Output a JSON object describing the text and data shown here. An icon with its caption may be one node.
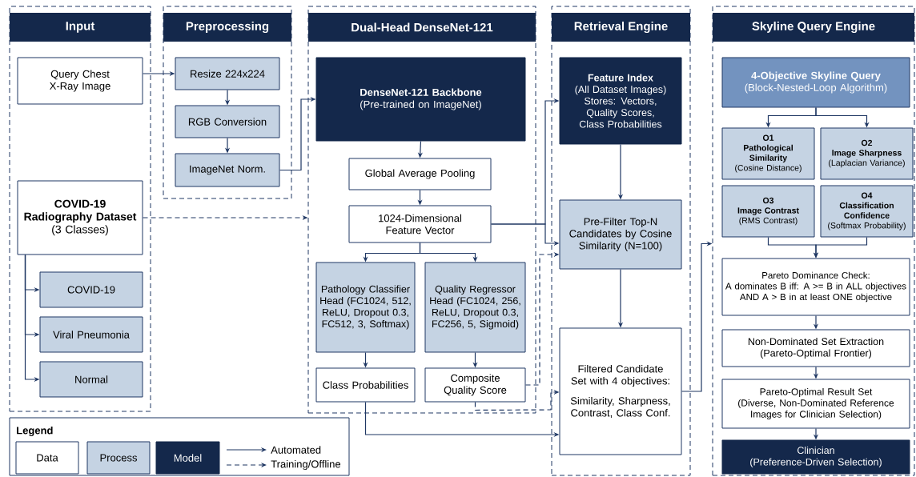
{
  "diagram": {
    "nodes": [
      {
        "text": [
          "Input"
        ]
      },
      {
        "text": [
          "Query Chest X-Ray Image"
        ],
        "in": 0
      },
      {
        "text": [
          "COVID-19 Radiography Dataset",
          "(3 Classes)"
        ],
        "in": 0
      },
      {
        "text": [
          "COVID-19"
        ],
        "in": 0
      },
      {
        "text": [
          "Viral Pneumonia"
        ],
        "in": 0
      },
      {
        "text": [
          "Normal"
        ],
        "in": 0
      },
      {
        "text": [
          "Preprocessing"
        ]
      },
      {
        "text": [
          "Resize 224x224"
        ],
        "in": 6
      },
      {
        "text": [
          "RGB Conversion"
        ],
        "in": 6
      },
      {
        "text": [
          "ImageNet Norm."
        ],
        "in": 6
      },
      {
        "text": [
          "Dual-Head DenseNet-121"
        ]
      },
      {
        "text": [
          "DenseNet-121 Backbone",
          "(Pre-trained on ImageNet)"
        ],
        "in": 10
      },
      {
        "text": [
          "Global Average Pooling"
        ],
        "in": 10
      },
      {
        "text": [
          "1024-Dimensional Feature Vector"
        ],
        "in": 10
      },
      {
        "text": [
          "Pathology Classifier Head (FC1024, 512, ReLU, Dropout 0.3, FC512, 3, Softmax)"
        ],
        "in": 10
      },
      {
        "text": [
          "Quality Regressor Head (FC1024, 256, ReLU, Dropout 0.3, FC256, 5, Sigmoid)"
        ],
        "in": 10
      },
      {
        "text": [
          "Class Probabilities"
        ],
        "in": 10
      },
      {
        "text": [
          "Composite Quality Score"
        ],
        "in": 10
      },
      {
        "text": [
          "Retrieval Engine"
        ]
      },
      {
        "text": [
          "Feature Index",
          "(All Dataset Images) Stores: Vectors, Quality Scores, Class Probabilities"
        ],
        "in": 18
      },
      {
        "text": [
          "Pre-Filter Top-N Candidates by Cosine Similarity (N=100)"
        ],
        "in": 18
      },
      {
        "text": [
          "Filtered Candidate Set with 4 objectives:",
          "Similarity, Sharpness, Contrast, Class Conf."
        ],
        "in": 18
      },
      {
        "text": [
          "Skyline Query Engine"
        ]
      },
      {
        "text": [
          "4-Objective Skyline Query",
          "(Block-Nested-Loop Algorithm)"
        ],
        "in": 22
      },
      {
        "text": [
          "O1",
          "Pathological Similarity",
          "(Cosine Distance)"
        ],
        "in": 22
      },
      {
        "text": [
          "O2",
          "Image Sharpness",
          "(Laplacian Variance)"
        ],
        "in": 22
      },
      {
        "text": [
          "O3",
          "Image Contrast",
          "(RMS Contrast)"
        ],
        "in": 22
      },
      {
        "text": [
          "O4",
          "Classification Confidence",
          "(Softmax Probability)"
        ],
        "in": 22
      },
      {
        "text": [
          "Pareto Dominance Check:",
          "A dominates B iff: A >= B in ALL objectives AND A > B in at least ONE objective"
        ],
        "in": 22
      },
      {
        "text": [
          "Non-Dominated Set Extraction",
          "(Pareto-Optimal Frontier)"
        ],
        "in": 22
      },
      {
        "text": [
          "Pareto-Optimal Result Set",
          "(Diverse, Non-Dominated Reference Images for Clinician Selection)"
        ],
        "in": 22
      },
      {
        "text": [
          "Clinician",
          "(Preference-Driven Selection)"
        ],
        "in": 22
      }
    ],
    "edges": [
      {
        "from": 1,
        "to": 7,
        "arrow": "to"
      },
      {
        "from": 7,
        "to": 8,
        "arrow": "to"
      },
      {
        "from": 8,
        "to": 9,
        "arrow": "to"
      },
      {
        "from": 9,
        "to": 11,
        "arrow": "to"
      },
      {
        "from": 2,
        "to": 3,
        "arrow": "to"
      },
      {
        "from": 2,
        "to": 4,
        "arrow": "to"
      },
      {
        "from": 2,
        "to": 5,
        "arrow": "to"
      },
      {
        "from": 2,
        "to": 10,
        "arrow": "to",
        "style": "dashed"
      },
      {
        "from": 11,
        "to": 12,
        "arrow": "to"
      },
      {
        "from": 12,
        "to": 13,
        "arrow": "to"
      },
      {
        "from": 13,
        "to": 14,
        "arrow": "to"
      },
      {
        "from": 13,
        "to": 15,
        "arrow": "to"
      },
      {
        "from": 14,
        "to": 16,
        "arrow": "to"
      },
      {
        "from": 15,
        "to": 17,
        "arrow": "to"
      },
      {
        "from": 13,
        "to": 19,
        "arrow": "to"
      },
      {
        "from": 13,
        "to": 20,
        "arrow": "to"
      },
      {
        "from": 17,
        "to": 20,
        "arrow": "to",
        "style": "dashed"
      },
      {
        "from": 17,
        "to": 21,
        "arrow": "to",
        "style": "dashed"
      },
      {
        "from": 16,
        "to": 21,
        "arrow": "to"
      },
      {
        "from": 19,
        "to": 20,
        "arrow": "to"
      },
      {
        "from": 20,
        "to": 21,
        "arrow": "to"
      },
      {
        "from": 21,
        "to": 22,
        "arrow": "to"
      },
      {
        "from": 23,
        "to": 24,
        "arrow": "to"
      },
      {
        "from": 23,
        "to": 25,
        "arrow": "to"
      },
      {
        "from": 26,
        "to": 28,
        "arrow": "to"
      },
      {
        "from": 27,
        "to": 28,
        "arrow": "to"
      },
      {
        "from": 28,
        "to": 29,
        "arrow": "to"
      },
      {
        "from": 29,
        "to": 30,
        "arrow": "to"
      },
      {
        "from": 30,
        "to": 31,
        "arrow": "to"
      }
    ],
    "labels": [
      "Legend"
    ],
    "legend": [
      {
        "text": "Data"
      },
      {
        "text": "Process",
        "color": "#c5d3e3"
      },
      {
        "text": "Model",
        "color": "#14284b"
      },
      {
        "text": "Automated"
      },
      {
        "text": "Training/Offline"
      }
    ]
  }
}
